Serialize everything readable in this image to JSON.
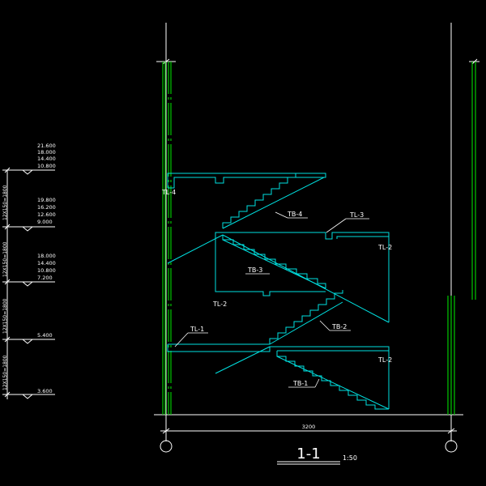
{
  "drawing": {
    "title": "1-1",
    "scale": "1:50",
    "span_dimension": "3200"
  },
  "elevation_groups": [
    {
      "labels": [
        "21.600",
        "18.000",
        "14.400",
        "10.800"
      ]
    },
    {
      "labels": [
        "19.800",
        "16.200",
        "12.600",
        "9.000"
      ]
    },
    {
      "labels": [
        "18.000",
        "14.400",
        "10.800",
        "7.200"
      ]
    },
    {
      "labels": [
        "5.400"
      ]
    },
    {
      "labels": [
        "3.600"
      ]
    }
  ],
  "vertical_dims": [
    {
      "label": "12X150=1800"
    },
    {
      "label": "12X150=1800"
    },
    {
      "label": "12X150=1800"
    },
    {
      "label": "12X150=1800"
    }
  ],
  "member_labels": {
    "tl4": "TL-4",
    "tb4": "TB-4",
    "tl3": "TL-3",
    "tl2_upper_right": "TL-2",
    "tb3": "TB-3",
    "tl2_left": "TL-2",
    "tl1": "TL-1",
    "tb2": "TB-2",
    "tl2_lower_right": "TL-2",
    "tb1": "TB-1"
  },
  "colors": {
    "structure": "#00e0e0",
    "wall": "#00c800",
    "line": "#ffffff"
  }
}
